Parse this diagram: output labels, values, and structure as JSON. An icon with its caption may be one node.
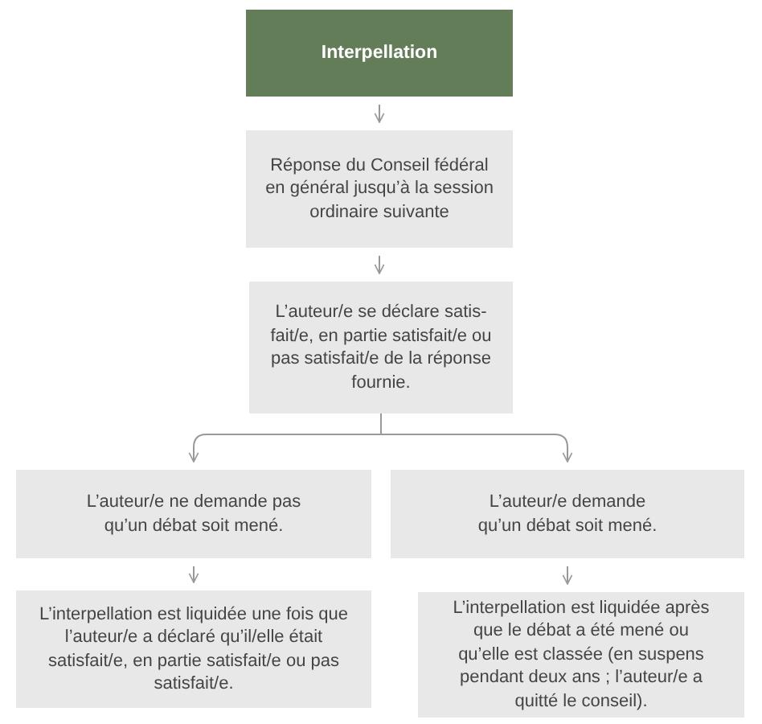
{
  "diagram": {
    "nodes": [
      {
        "text": [
          "Interpellation"
        ]
      },
      {
        "text": [
          "Réponse du Conseil fédéral en général jusqu’à la session ordinaire suivante"
        ]
      },
      {
        "text": [
          "L’auteur/e se déclare satis-fait/e, en partie satisfait/e ou pas satisfait/e de la réponse fournie."
        ]
      },
      {
        "text": [
          "L’auteur/e ne demande pas qu’un débat soit mené."
        ]
      },
      {
        "text": [
          "L’auteur/e demande qu’un débat soit mené."
        ]
      },
      {
        "text": [
          "L’interpellation est liquidée une fois que l’auteur/e a déclaré qu’il/elle était satisfait/e, en partie satisfait/e ou pas satisfait/e."
        ]
      },
      {
        "text": [
          "L’interpellation est liquidée après que le débat a été mené ou qu’elle est classée (en suspens pendant deux ans ; l’auteur/e a quitté le conseil)."
        ]
      }
    ],
    "edges": [
      {
        "from": 0,
        "to": 1,
        "arrow": "to"
      },
      {
        "from": 1,
        "to": 2,
        "arrow": "to"
      },
      {
        "from": 2,
        "to": 3,
        "arrow": "to"
      },
      {
        "from": 2,
        "to": 4,
        "arrow": "to"
      },
      {
        "from": 3,
        "to": 5,
        "arrow": "to"
      },
      {
        "from": 4,
        "to": 6,
        "arrow": "to"
      }
    ]
  }
}
